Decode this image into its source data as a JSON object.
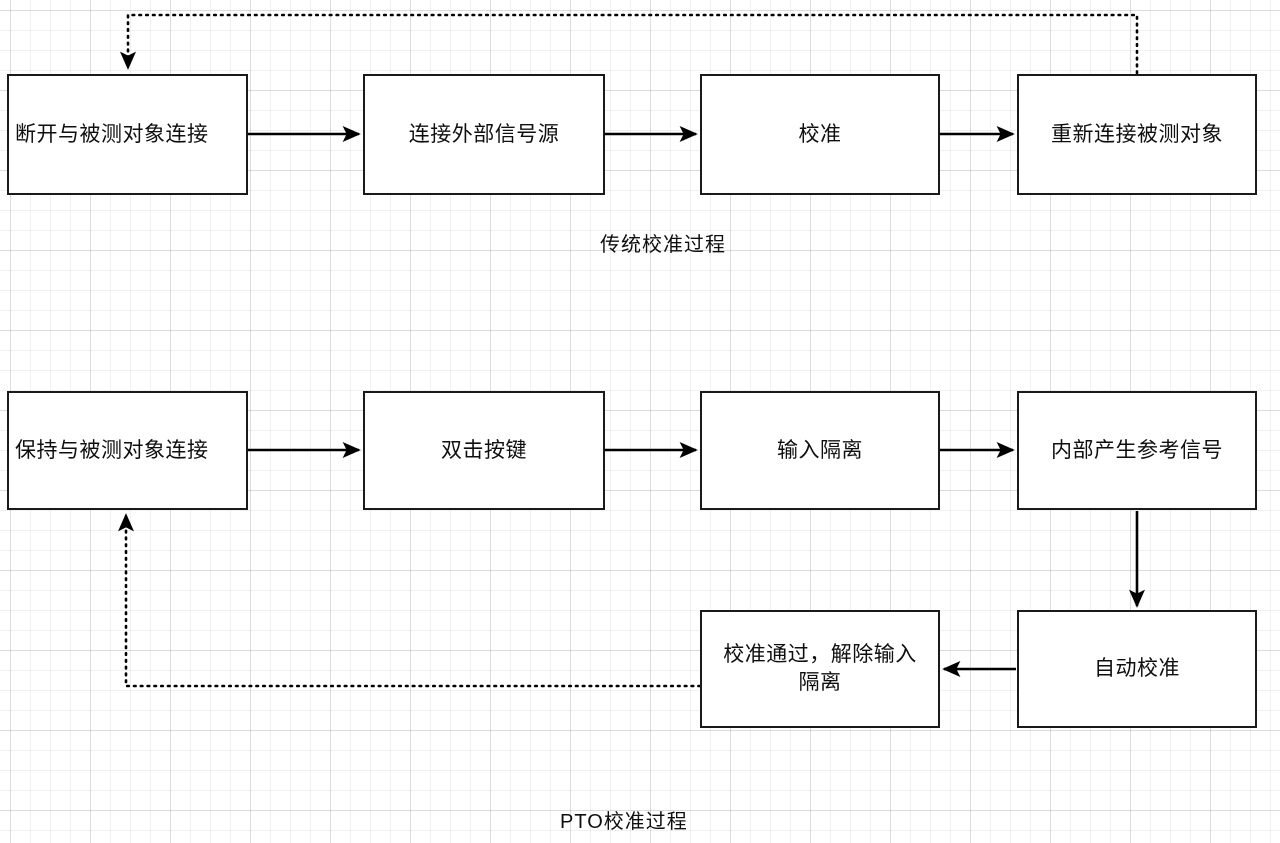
{
  "diagram": {
    "title_top": "传统校准过程",
    "title_bottom": "PTO校准过程",
    "colors": {
      "node_border": "#1a1a1a",
      "node_fill": "#ffffff",
      "edge": "#000000",
      "grid_minor": "#f0f0f0",
      "grid_major": "#e6e6e6"
    },
    "traditional": {
      "caption": "传统校准过程",
      "nodes": [
        {
          "id": "t1",
          "label": "断开与被测对象连接"
        },
        {
          "id": "t2",
          "label": "连接外部信号源"
        },
        {
          "id": "t3",
          "label": "校准"
        },
        {
          "id": "t4",
          "label": "重新连接被测对象"
        }
      ],
      "edges": [
        {
          "from": "t1",
          "to": "t2",
          "style": "solid",
          "arrow": true
        },
        {
          "from": "t2",
          "to": "t3",
          "style": "solid",
          "arrow": true
        },
        {
          "from": "t3",
          "to": "t4",
          "style": "solid",
          "arrow": true
        },
        {
          "from": "t4",
          "to": "t1",
          "style": "dotted",
          "arrow": true
        }
      ]
    },
    "pto": {
      "caption": "PTO校准过程",
      "nodes": [
        {
          "id": "p1",
          "label": "保持与被测对象连接"
        },
        {
          "id": "p2",
          "label": "双击按键"
        },
        {
          "id": "p3",
          "label": "输入隔离"
        },
        {
          "id": "p4",
          "label": "内部产生参考信号"
        },
        {
          "id": "p5",
          "label": "自动校准"
        },
        {
          "id": "p6",
          "label": "校准通过，解除输入\n隔离"
        }
      ],
      "edges": [
        {
          "from": "p1",
          "to": "p2",
          "style": "solid",
          "arrow": true
        },
        {
          "from": "p2",
          "to": "p3",
          "style": "solid",
          "arrow": true
        },
        {
          "from": "p3",
          "to": "p4",
          "style": "solid",
          "arrow": true
        },
        {
          "from": "p4",
          "to": "p5",
          "style": "solid",
          "arrow": true
        },
        {
          "from": "p5",
          "to": "p6",
          "style": "solid",
          "arrow": true
        },
        {
          "from": "p6",
          "to": "p1",
          "style": "dotted",
          "arrow": true
        }
      ]
    }
  }
}
